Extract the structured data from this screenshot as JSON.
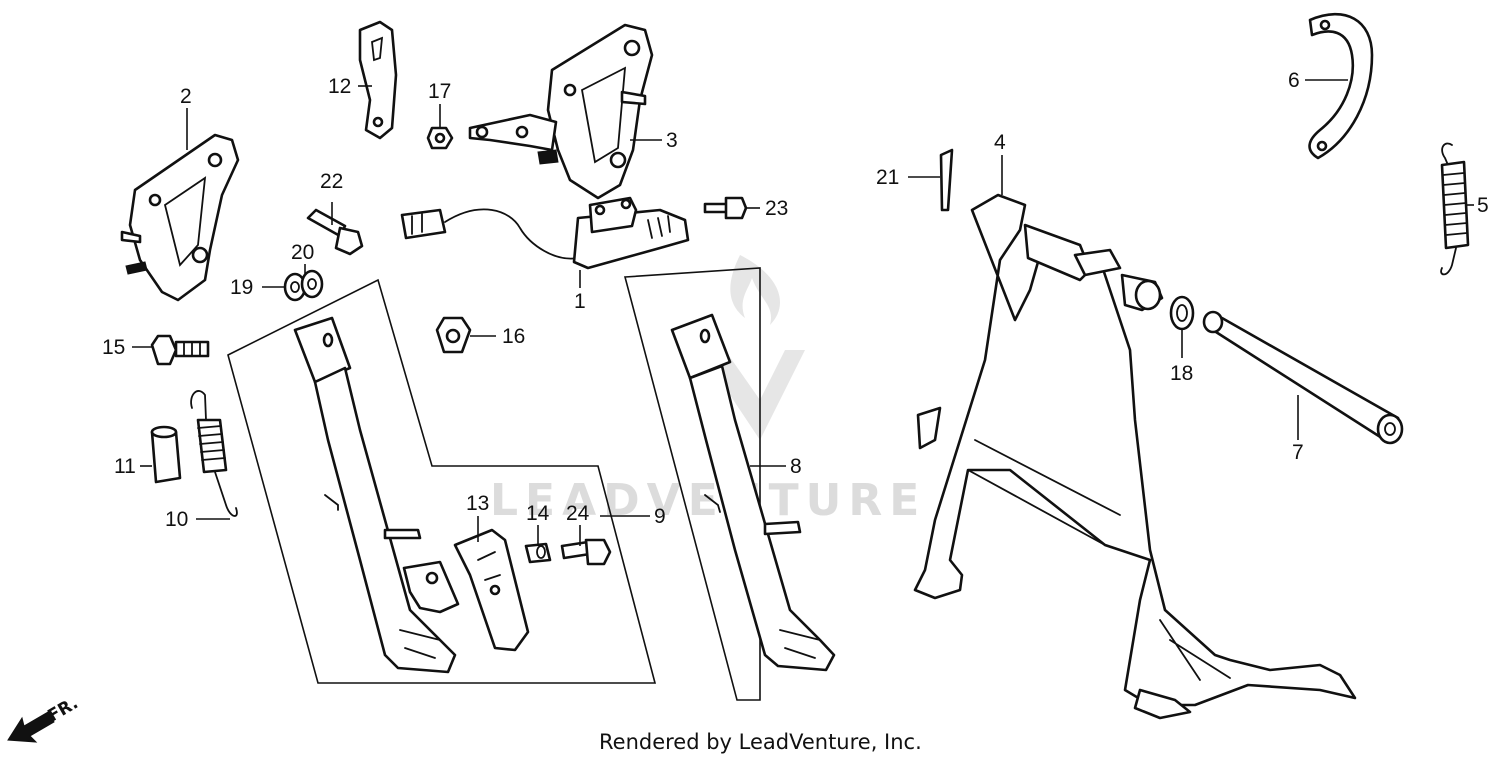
{
  "callouts": {
    "c1": "1",
    "c2": "2",
    "c3": "3",
    "c4": "4",
    "c5": "5",
    "c6": "6",
    "c7": "7",
    "c8": "8",
    "c9": "9",
    "c10": "10",
    "c11": "11",
    "c12": "12",
    "c13": "13",
    "c14": "14",
    "c15": "15",
    "c16": "16",
    "c17": "17",
    "c18": "18",
    "c19": "19",
    "c20": "20",
    "c21": "21",
    "c22": "22",
    "c23": "23",
    "c24": "24"
  },
  "orientation_label": "FR.",
  "watermark": "LEADVENTURE",
  "footer": "Rendered by LeadVenture, Inc."
}
